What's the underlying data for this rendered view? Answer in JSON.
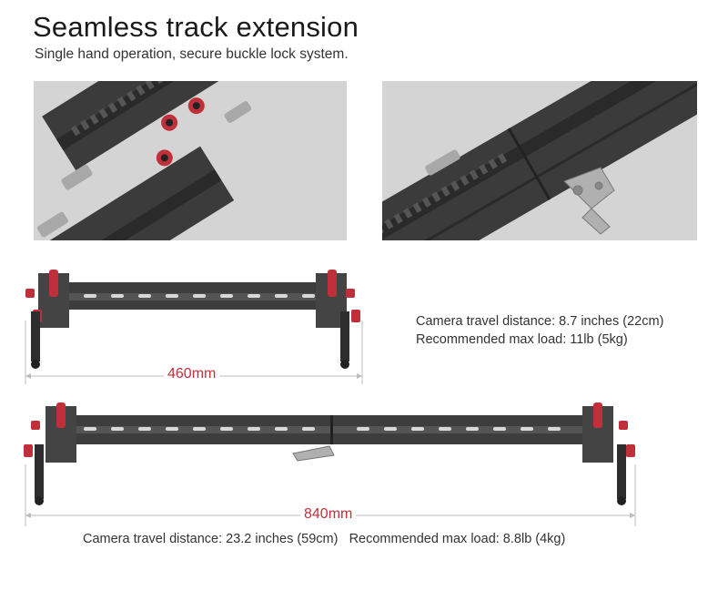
{
  "header": {
    "title": "Seamless track extension",
    "subtitle": "Single hand operation, secure buckle lock system."
  },
  "short_slider": {
    "length_label": "460mm",
    "travel": "Camera travel distance: 8.7 inches (22cm)",
    "max_load": "Recommended max load: 11lb (5kg)"
  },
  "long_slider": {
    "length_label": "840mm",
    "travel": "Camera travel distance: 23.2 inches (59cm)",
    "max_load": "Recommended max load: 8.8lb (4kg)"
  },
  "colors": {
    "accent_red": "#c0303a",
    "track_dark": "#3d3d3d",
    "photo_bg": "#d4d4d4"
  }
}
